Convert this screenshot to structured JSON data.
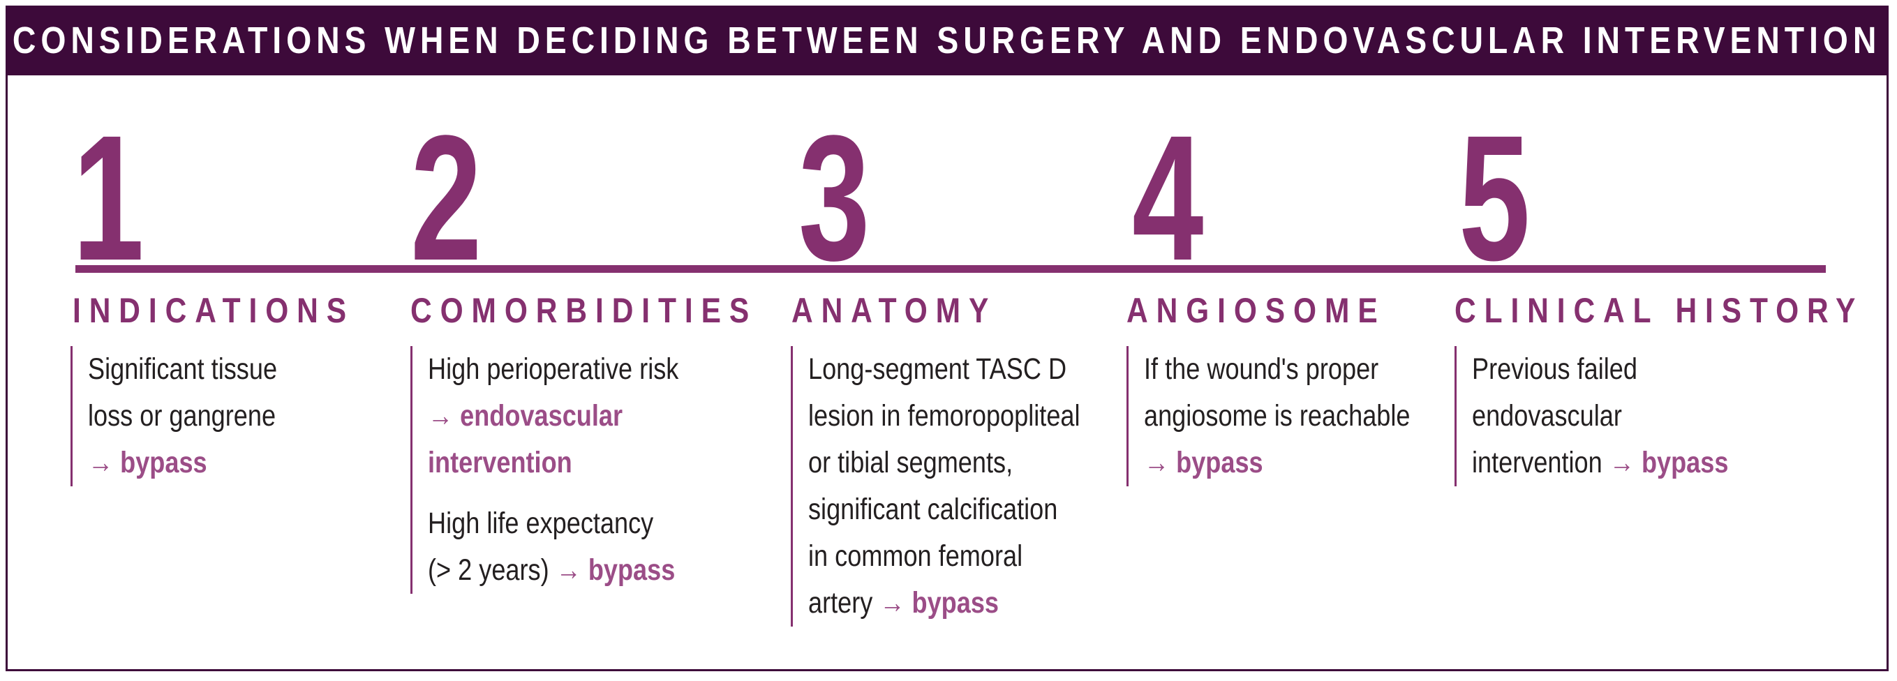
{
  "title": "CONSIDERATIONS WHEN DECIDING BETWEEN SURGERY AND ENDOVASCULAR INTERVENTION",
  "colors": {
    "header_background": "#3d0a3a",
    "accent": "#85306f",
    "outcome": "#9b4d87",
    "body_text": "#231f20"
  },
  "arrow_symbol": "→",
  "steps": [
    {
      "number": "1",
      "heading": "INDICATIONS",
      "blocks": [
        {
          "lines": [
            "Significant tissue",
            "loss or gangrene"
          ],
          "outcome": "bypass"
        }
      ]
    },
    {
      "number": "2",
      "heading": "COMORBIDITIES",
      "blocks": [
        {
          "lines": [
            "High perioperative risk"
          ],
          "outcome": [
            "endovascular",
            "intervention"
          ]
        },
        {
          "lines": [
            "High life expectancy",
            "(> 2 years)"
          ],
          "outcome": "bypass"
        }
      ]
    },
    {
      "number": "3",
      "heading": "ANATOMY",
      "blocks": [
        {
          "lines": [
            "Long-segment TASC D",
            "lesion in femoropopliteal",
            "or tibial segments,",
            "significant calcification",
            "in common femoral",
            "artery"
          ],
          "outcome": "bypass"
        }
      ]
    },
    {
      "number": "4",
      "heading": "ANGIOSOME",
      "blocks": [
        {
          "lines": [
            "If the wound's proper",
            "angiosome is reachable"
          ],
          "outcome": "bypass"
        }
      ]
    },
    {
      "number": "5",
      "heading": "CLINICAL HISTORY",
      "blocks": [
        {
          "lines": [
            "Previous failed",
            "endovascular",
            "intervention"
          ],
          "outcome": "bypass"
        }
      ]
    }
  ]
}
